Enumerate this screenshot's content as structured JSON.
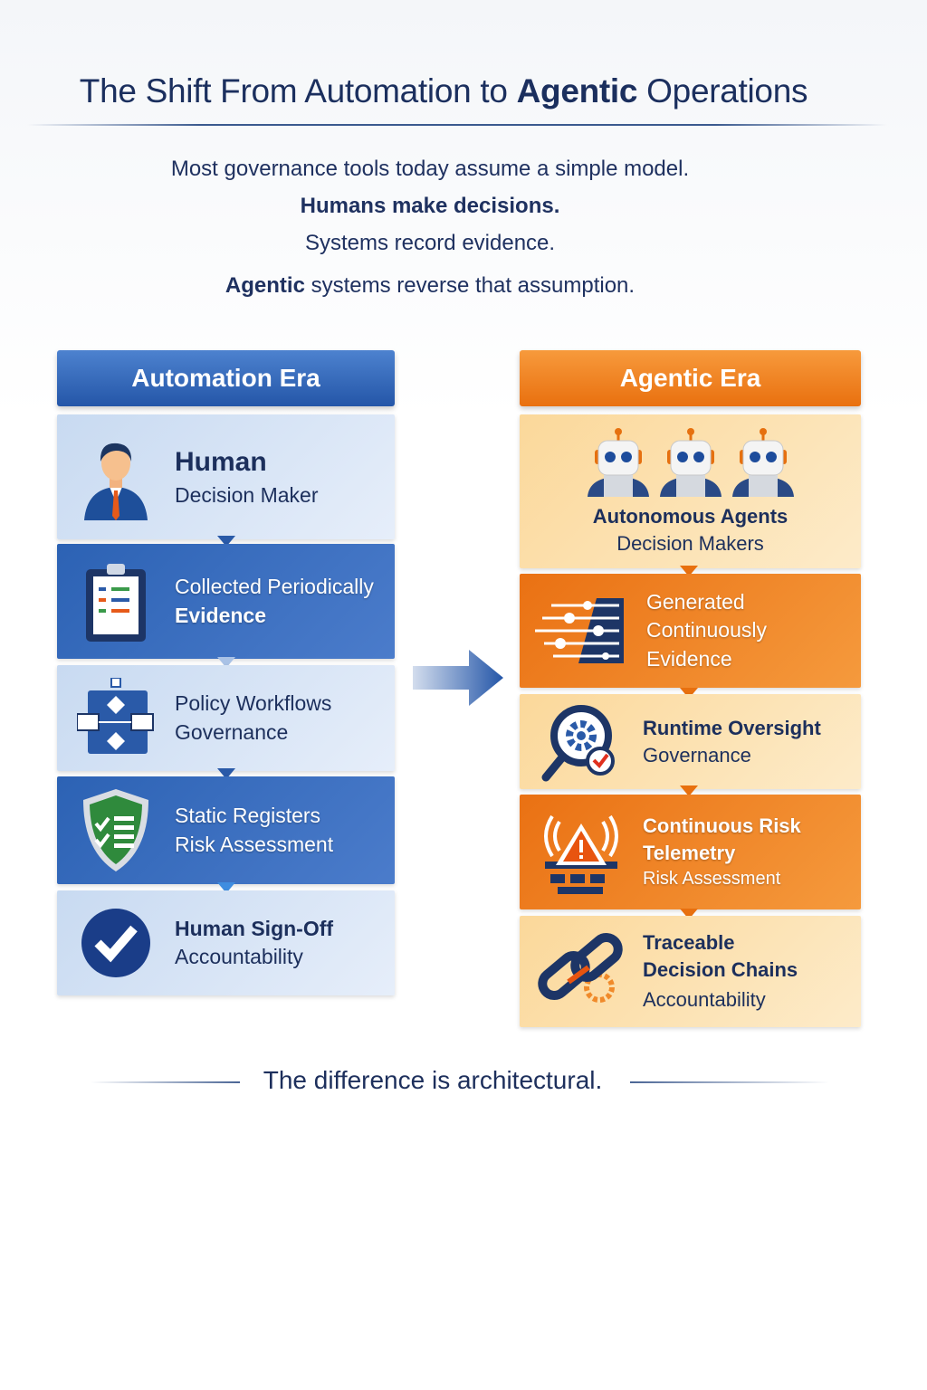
{
  "title": {
    "part1": "The Shift From Automation to ",
    "bold": "Agentic",
    "part2": " Operations"
  },
  "intro": {
    "line1": "Most governance tools today assume a simple model.",
    "line2": "Humans make decisions.",
    "line3": "Systems record evidence.",
    "line4_bold": "Agentic",
    "line4_rest": " systems reverse that assumption."
  },
  "left": {
    "header": "Automation Era",
    "cards": [
      {
        "title": "Human",
        "subtitle": "Decision Maker",
        "icon": "businessman-icon"
      },
      {
        "title": "Collected Periodically",
        "subtitle": "Evidence",
        "icon": "clipboard-icon"
      },
      {
        "title": "Policy Workflows",
        "subtitle": "Governance",
        "icon": "workflow-icon"
      },
      {
        "title": "Static Registers",
        "subtitle": "Risk Assessment",
        "icon": "shield-check-icon"
      },
      {
        "title": "Human Sign-Off",
        "subtitle": "Accountability",
        "icon": "checkmark-circle-icon"
      }
    ]
  },
  "right": {
    "header": "Agentic Era",
    "cards": [
      {
        "title": "Autonomous Agents",
        "subtitle": "Decision Makers",
        "icon": "robots-icon"
      },
      {
        "title": "Generated",
        "title2": "Continuously",
        "subtitle": "Evidence",
        "icon": "data-stream-icon"
      },
      {
        "title": "Runtime Oversight",
        "subtitle": "Governance",
        "icon": "magnifier-gear-icon"
      },
      {
        "title": "Continuous Risk",
        "title2": "Telemetry",
        "subtitle": "Risk Assessment",
        "icon": "alert-signal-icon"
      },
      {
        "title": "Traceable",
        "title2": "Decision Chains",
        "subtitle": "Accountability",
        "icon": "chain-link-icon"
      }
    ]
  },
  "footer": "The difference is architectural.",
  "colors": {
    "blue": "#2456a8",
    "orange": "#e9700f",
    "navy": "#1b2f5e"
  }
}
